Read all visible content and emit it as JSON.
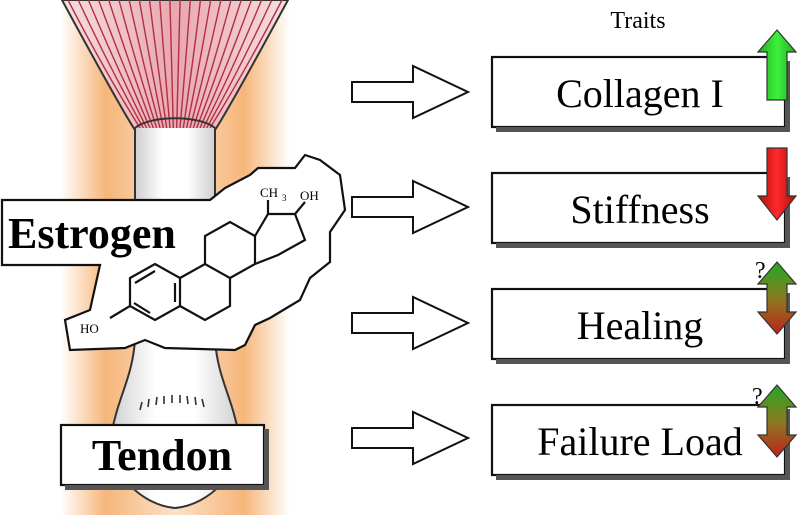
{
  "header": {
    "traits_label": "Traits"
  },
  "estrogen": {
    "label": "Estrogen",
    "molecule": {
      "ch3": "CH",
      "ch3_sub": "3",
      "oh_top": "OH",
      "oh_bottom": "HO"
    }
  },
  "tendon": {
    "label": "Tendon"
  },
  "traits": [
    {
      "label": "Collagen I",
      "direction": "up",
      "uncertain": false,
      "color": "#22cc22"
    },
    {
      "label": "Stiffness",
      "direction": "down",
      "uncertain": false,
      "color": "#dd1111"
    },
    {
      "label": "Healing",
      "direction": "both",
      "uncertain": true,
      "question": "?"
    },
    {
      "label": "Failure Load",
      "direction": "both",
      "uncertain": true,
      "question": "?"
    }
  ],
  "colors": {
    "muscle": "#c9485a",
    "tendon_glow": "#f4a35c",
    "arrow_up": "#22cc22",
    "arrow_down": "#dd1111"
  }
}
